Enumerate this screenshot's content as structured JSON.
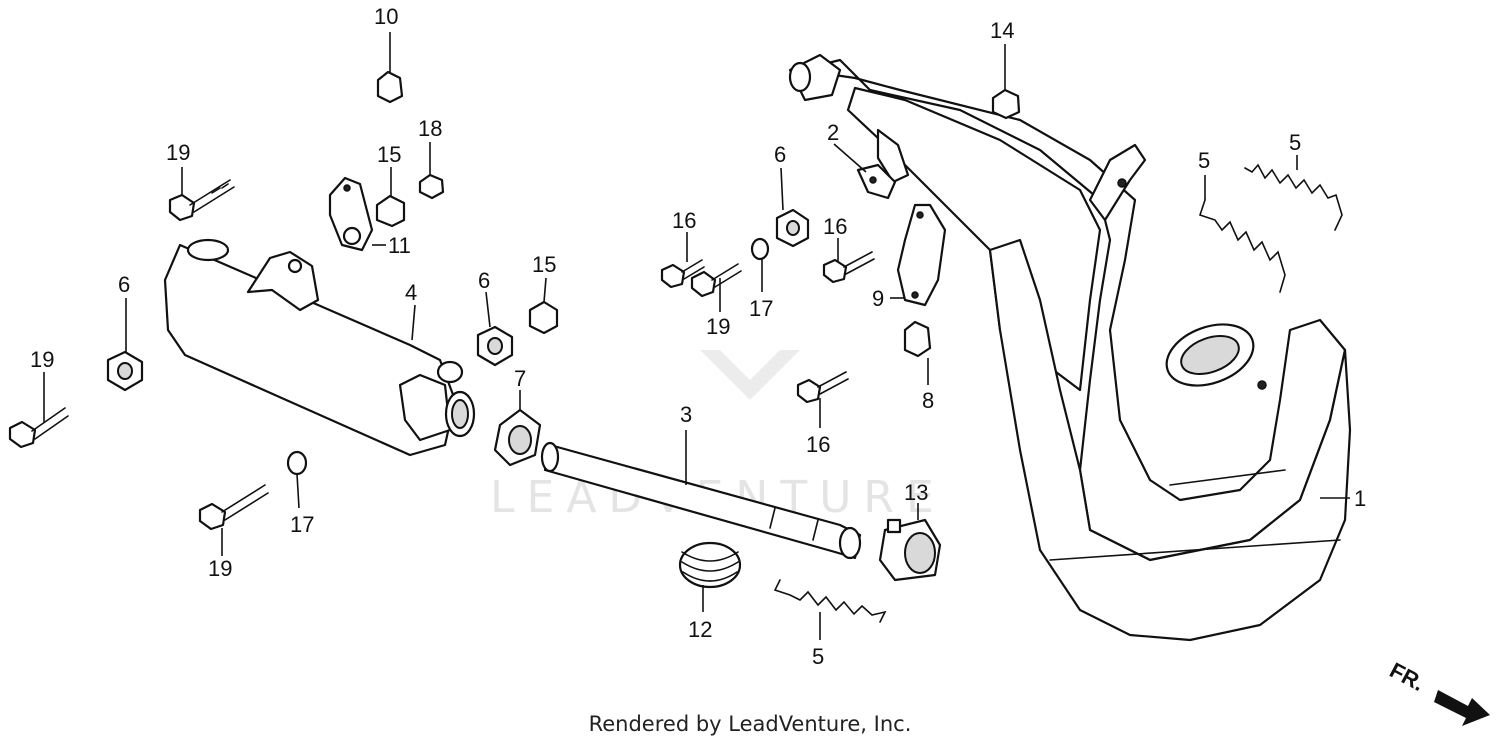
{
  "watermark": "LEADVENTURE",
  "footer": "Rendered by LeadVenture, Inc.",
  "direction_label": "FR.",
  "callouts": {
    "p1": "1",
    "p2": "2",
    "p3": "3",
    "p4": "4",
    "p5a": "5",
    "p5b": "5",
    "p5c": "5",
    "p6a": "6",
    "p6b": "6",
    "p6c": "6",
    "p7": "7",
    "p8": "8",
    "p9": "9",
    "p10": "10",
    "p11": "11",
    "p12": "12",
    "p13": "13",
    "p14": "14",
    "p15a": "15",
    "p15b": "15",
    "p16a": "16",
    "p16b": "16",
    "p16c": "16",
    "p17a": "17",
    "p17b": "17",
    "p18": "18",
    "p19a": "19",
    "p19b": "19",
    "p19c": "19",
    "p19d": "19"
  }
}
